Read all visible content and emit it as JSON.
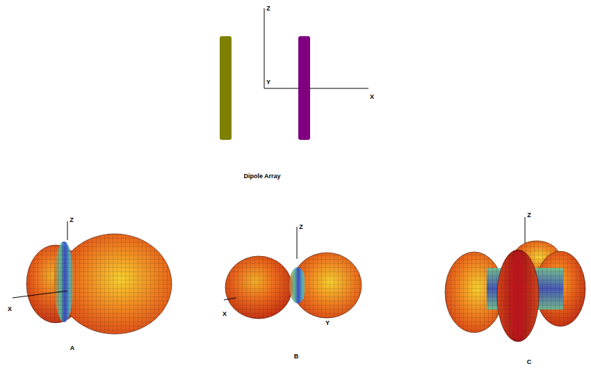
{
  "diagram": {
    "caption": "Dipole Array",
    "labels": [
      "Z",
      "Y",
      "X",
      "Z",
      "X",
      "Z",
      "X",
      "Y",
      "Z",
      "A",
      "B",
      "C"
    ]
  }
}
